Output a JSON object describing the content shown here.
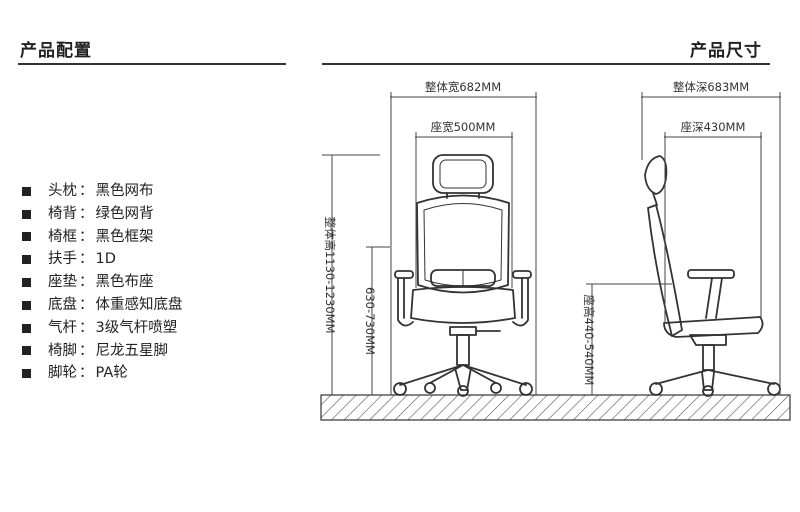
{
  "headers": {
    "left": "产品配置",
    "right": "产品尺寸"
  },
  "specs": [
    {
      "label": "头枕",
      "value": "黑色网布"
    },
    {
      "label": "椅背",
      "value": "绿色网背"
    },
    {
      "label": "椅框",
      "value": "黑色框架"
    },
    {
      "label": "扶手",
      "value": "1D"
    },
    {
      "label": "座垫",
      "value": "黑色布座"
    },
    {
      "label": "底盘",
      "value": "体重感知底盘"
    },
    {
      "label": "气杆",
      "value": "3级气杆喷塑"
    },
    {
      "label": "椅脚",
      "value": "尼龙五星脚"
    },
    {
      "label": "脚轮",
      "value": "PA轮"
    }
  ],
  "separator": "：",
  "dimensions": {
    "overall_width": "整体宽682MM",
    "seat_width": "座宽500MM",
    "overall_height": "整体高1130-1230MM",
    "seat_height_front": "630-730MM",
    "overall_depth": "整体深683MM",
    "seat_depth": "座深430MM",
    "seat_height_side": "座高440-540MM"
  }
}
